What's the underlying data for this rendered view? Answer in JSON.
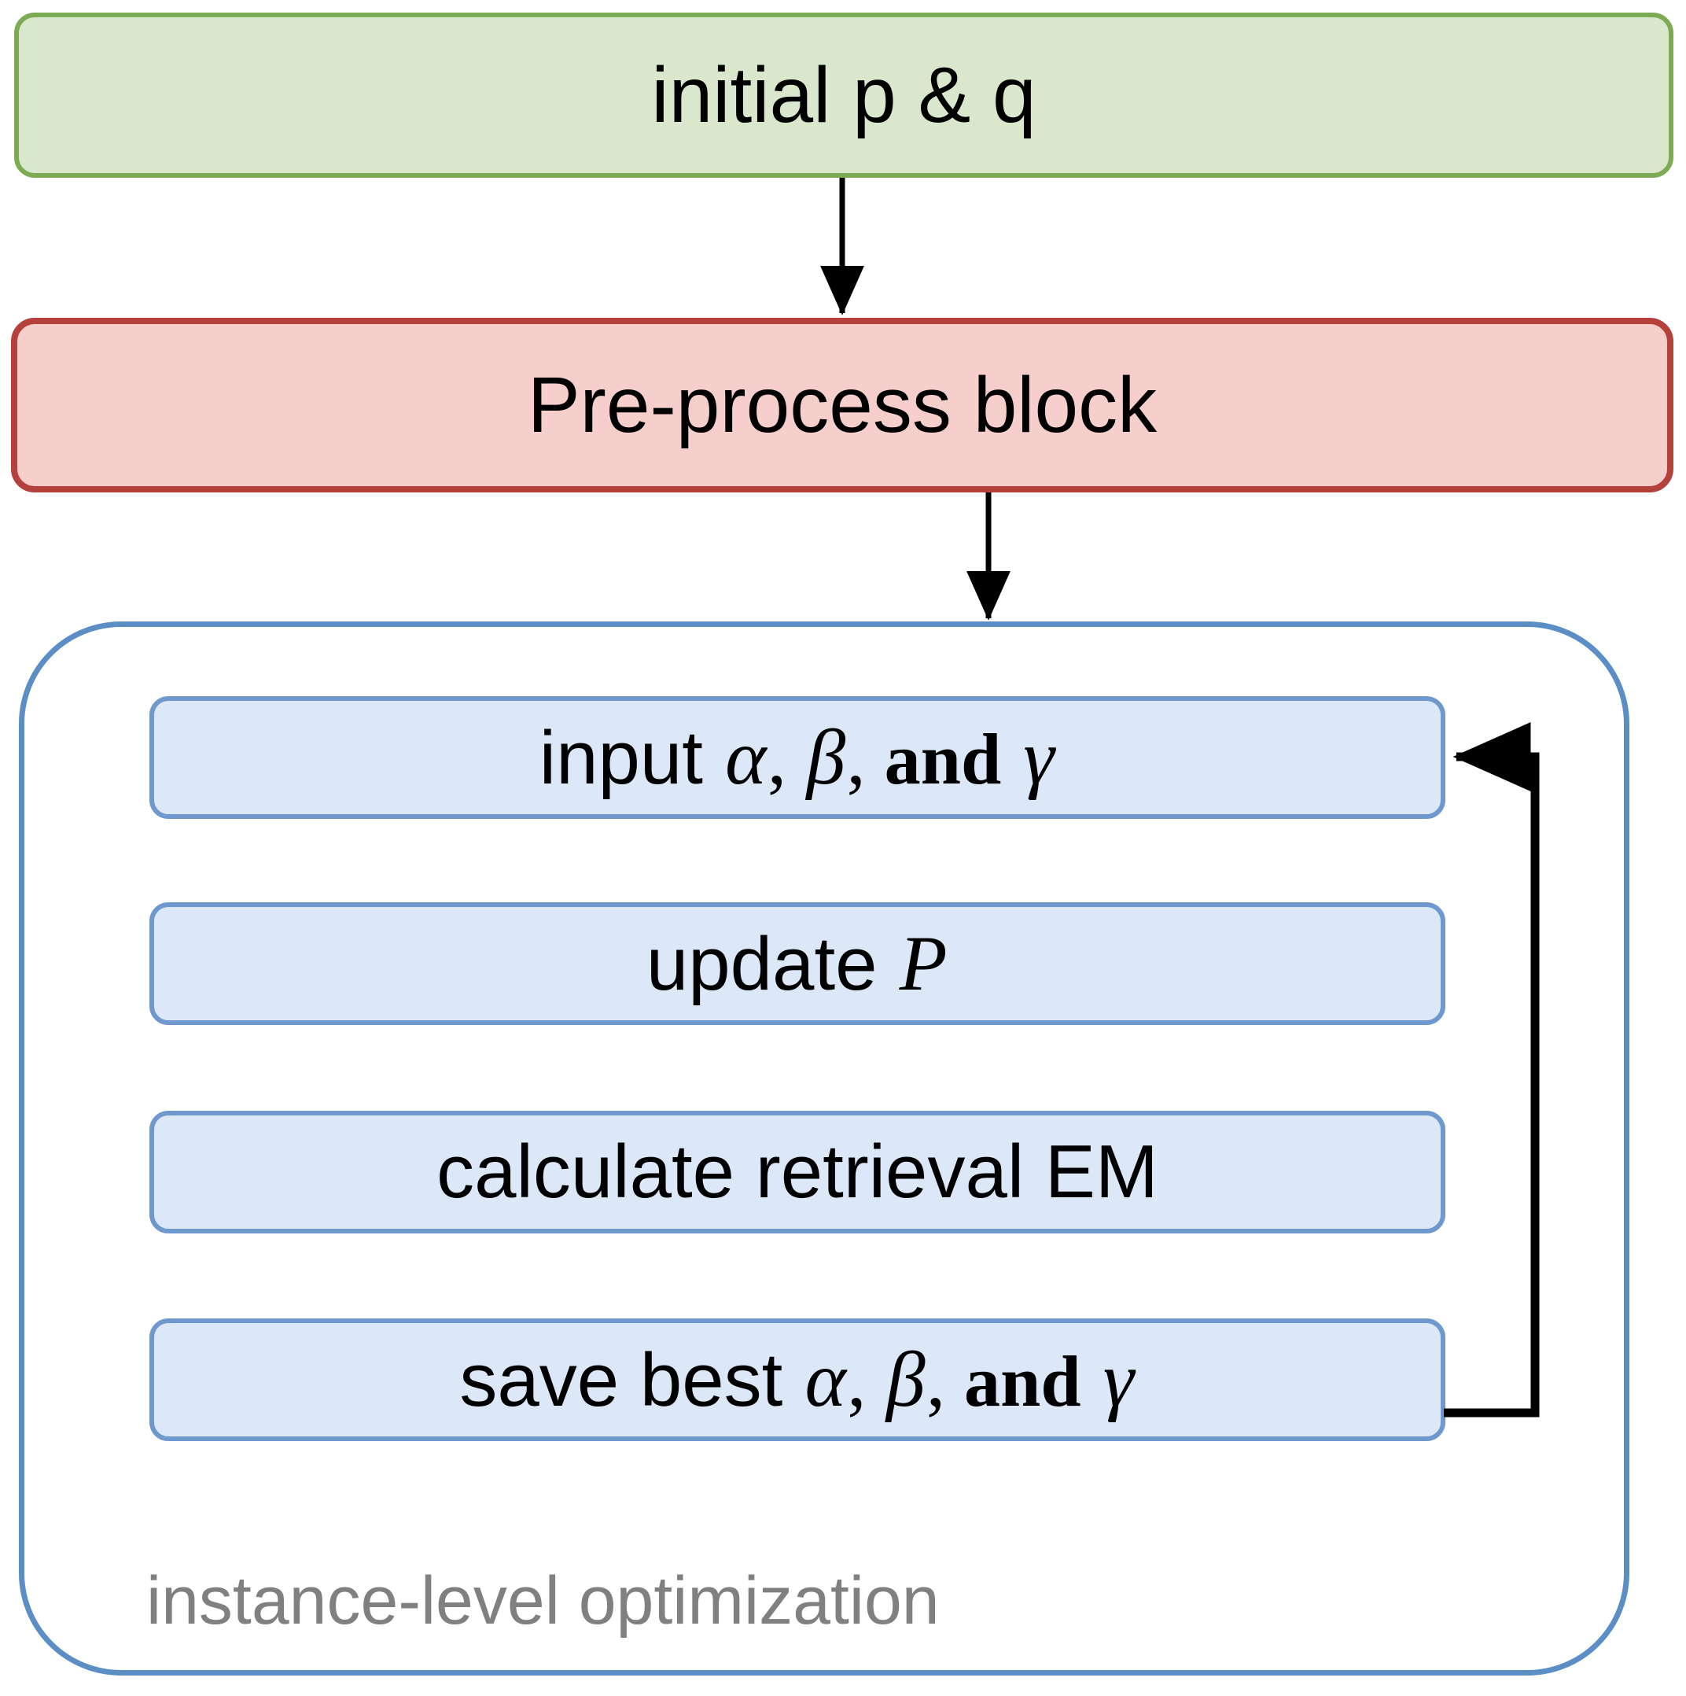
{
  "diagram": {
    "title": "instance-level optimization flowchart",
    "nodes": {
      "initial": {
        "label": "initial p & q",
        "fill": "#d9e8cd",
        "stroke": "#7dab54"
      },
      "preprocess": {
        "label": "Pre-process block",
        "fill": "#f6cfcc",
        "stroke": "#b5413c"
      },
      "step_input": {
        "label_prefix": "input ",
        "alpha": "α",
        "comma1": ", ",
        "beta": "β",
        "comma2": ", ",
        "and": "and",
        "space": " ",
        "gamma": "γ",
        "fill": "#dce7f7",
        "stroke": "#6f99ce"
      },
      "step_update": {
        "label_prefix": "update ",
        "symbol": "P",
        "fill": "#dce7f7",
        "stroke": "#6f99ce"
      },
      "step_calculate": {
        "label": "calculate retrieval EM",
        "fill": "#dce7f7",
        "stroke": "#6f99ce"
      },
      "step_save": {
        "label_prefix": "save best ",
        "alpha": "α",
        "comma1": ", ",
        "beta": "β",
        "comma2": ", ",
        "and": "and",
        "space": " ",
        "gamma": "γ",
        "fill": "#dce7f7",
        "stroke": "#6f99ce"
      }
    },
    "group": {
      "label": "instance-level optimization",
      "stroke": "#5b8ec4",
      "label_color": "#808080"
    },
    "edges": [
      {
        "name": "initial-to-preprocess",
        "from": "initial",
        "to": "preprocess",
        "label": "",
        "color": "#000000"
      },
      {
        "name": "preprocess-to-group",
        "from": "preprocess",
        "to": "step_input",
        "label": "",
        "color": "#000000"
      },
      {
        "name": "save-back-to-input",
        "from": "step_save",
        "to": "step_input",
        "label": "",
        "color": "#000000"
      }
    ]
  }
}
